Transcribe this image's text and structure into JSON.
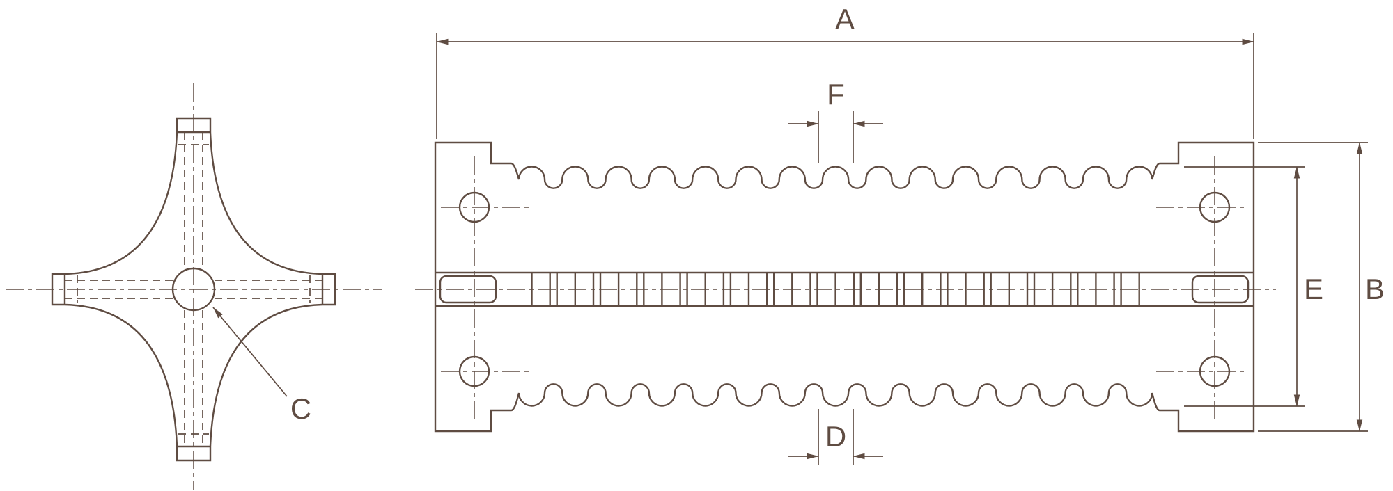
{
  "diagram": {
    "title": "grate-bar-technical-drawing",
    "labels": {
      "A": "A",
      "B": "B",
      "C": "C",
      "D": "D",
      "E": "E",
      "F": "F"
    },
    "colors": {
      "line": "#5f4c42",
      "background": "#ffffff"
    }
  }
}
